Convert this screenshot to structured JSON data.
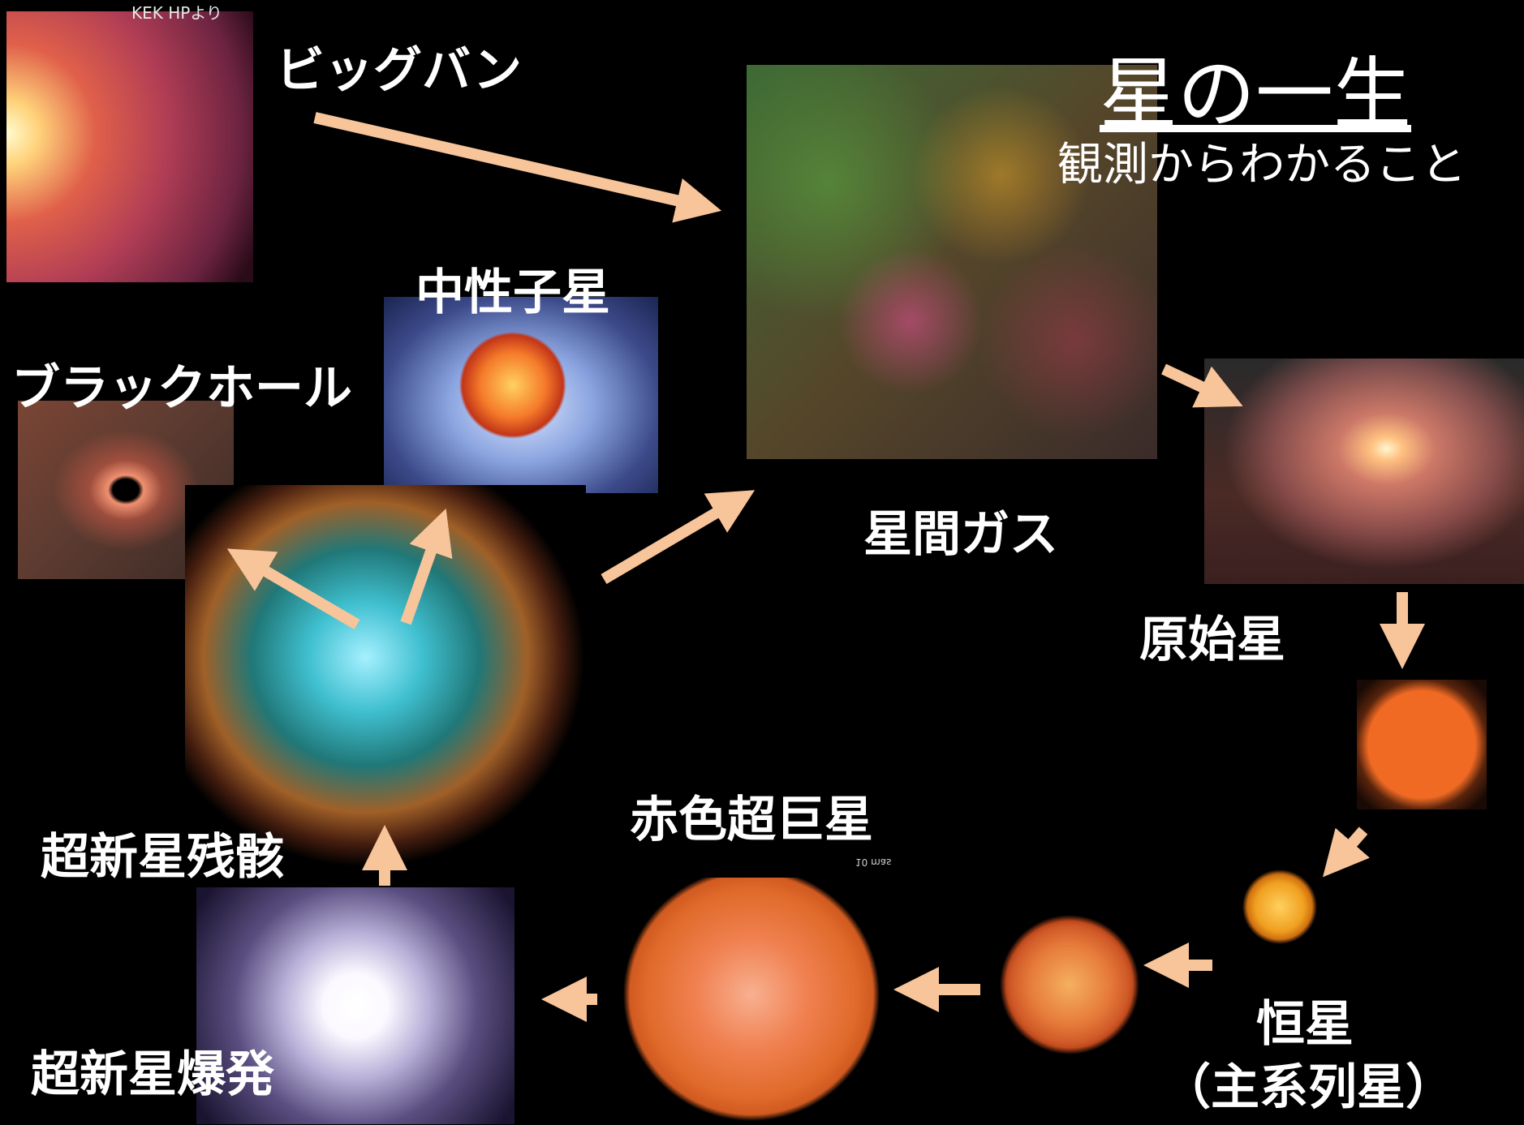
{
  "credit": "KEK HPより",
  "title": "星の一生",
  "subtitle": "観測からわかること",
  "labels": {
    "big_bang": "ビッグバン",
    "neutron_star": "中性子星",
    "black_hole": "ブラックホール",
    "interstellar_gas": "星間ガス",
    "protostar": "原始星",
    "red_supergiant": "赤色超巨星",
    "supernova_remnant": "超新星残骸",
    "supernova": "超新星爆発",
    "star": "恒星",
    "main_sequence": "（主系列星）",
    "scale": "10 mas"
  },
  "colors": {
    "arrow": "#f8c49a",
    "text": "#ffffff",
    "background": "#000000"
  }
}
